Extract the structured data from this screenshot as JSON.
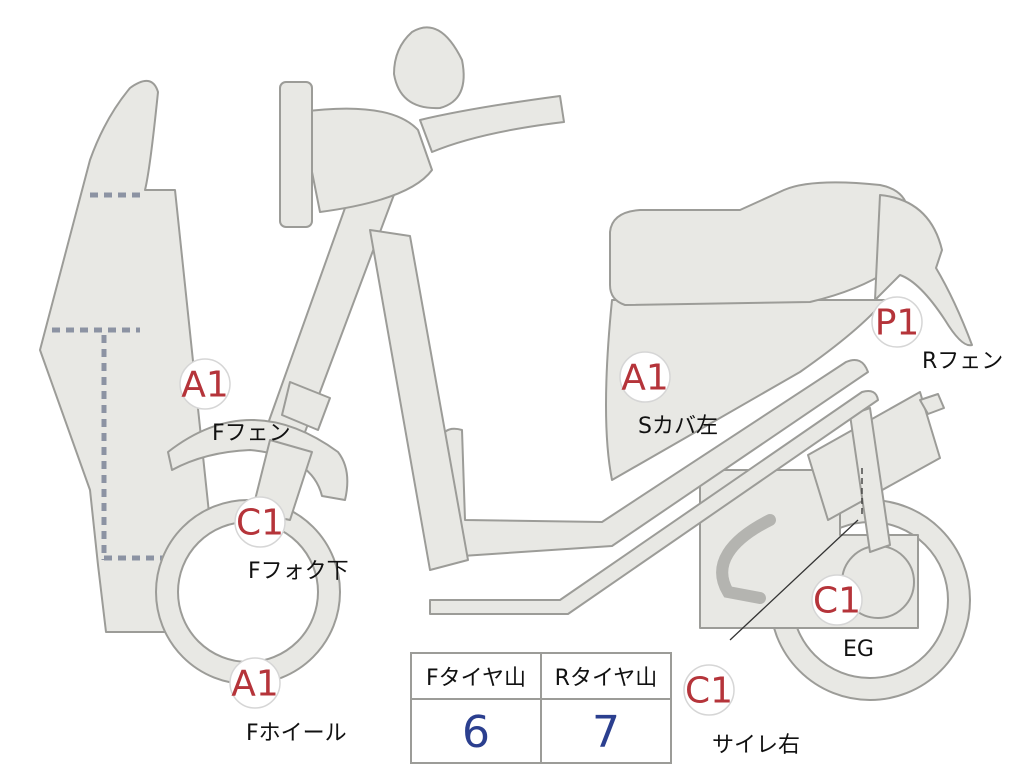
{
  "markers": [
    {
      "id": "f-fender",
      "code": "A1",
      "label": "Fフェン"
    },
    {
      "id": "f-fork-lower",
      "code": "C1",
      "label": "Fフォク下"
    },
    {
      "id": "f-wheel",
      "code": "A1",
      "label": "Fホイール"
    },
    {
      "id": "side-cover-left",
      "code": "A1",
      "label": "Sカバ左"
    },
    {
      "id": "r-fender",
      "code": "P1",
      "label": "Rフェン"
    },
    {
      "id": "engine",
      "code": "C1",
      "label": "EG"
    },
    {
      "id": "muffler-right",
      "code": "C1",
      "label": "サイレ右"
    }
  ],
  "tire_table": {
    "front_header": "Fタイヤ山",
    "rear_header": "Rタイヤ山",
    "front_value": "6",
    "rear_value": "7"
  },
  "colors": {
    "body_fill": "#e8e8e4",
    "outline": "#9c9c98",
    "badge_text": "#b5343a",
    "table_value": "#2b3f8f",
    "dashed_lines": "#8c93a3"
  }
}
